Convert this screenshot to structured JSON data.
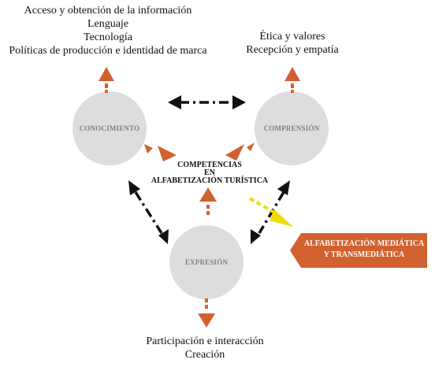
{
  "colors": {
    "circle_fill": "#dddddd",
    "circle_label": "#808080",
    "accent_orange": "#d2612f",
    "arrow_black": "#111111",
    "arrow_yellow": "#f0dc00"
  },
  "top_left_text": [
    "Acceso y obtención de la información",
    "Lenguaje",
    "Tecnología",
    "Políticas de producción e identidad de marca"
  ],
  "top_right_text": [
    "Ética y valores",
    "Recepción y empatía"
  ],
  "bottom_text": [
    "Participación e interacción",
    "Creación"
  ],
  "circles": {
    "knowledge": "CONOCIMIENTO",
    "comprehension": "COMPRENSIÓN",
    "expression": "EXPRESIÓN"
  },
  "center_label": [
    "COMPETENCIAS",
    "EN",
    "ALFABETIZACIÓN TURÍSTICA"
  ],
  "media_box": [
    "ALFABETIZACIÓN MEDIÁTICA",
    "Y TRANSMEDIÁTICA"
  ]
}
